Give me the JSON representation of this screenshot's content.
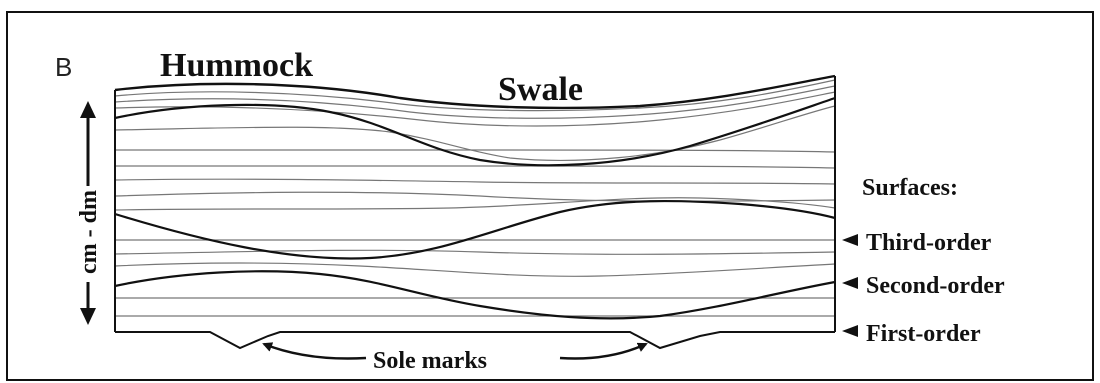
{
  "figure": {
    "panel_letter": "B",
    "hummock_label": "Hummock",
    "swale_label": "Swale",
    "thickness_label": "cm - dm",
    "surfaces_heading": "Surfaces:",
    "surface_orders": [
      "Third-order",
      "Second-order",
      "First-order"
    ],
    "sole_marks_label": "Sole marks"
  }
}
